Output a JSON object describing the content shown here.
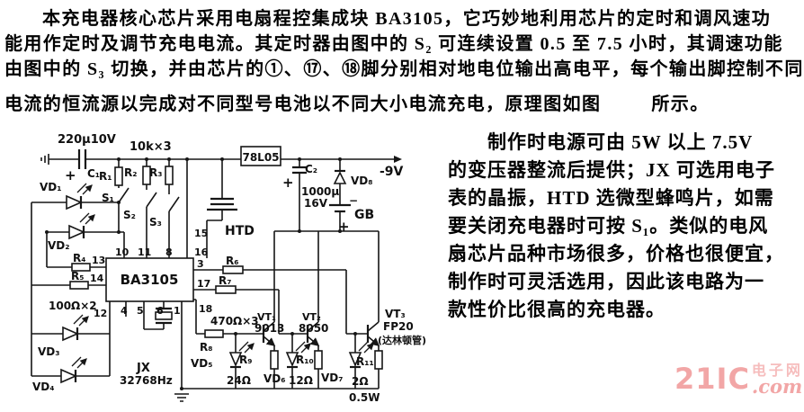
{
  "intro": {
    "lines": [
      "本充电器核心芯片采用电扇程控集成块 BA3105，它巧妙地利用芯片的定时和调风速功",
      "能用作定时及调节充电电流。其定时器由图中的 S₂ 可连续设置 0.5 至 7.5 小时，其调速功能",
      "由图中的 S₃ 切换，并由芯片的①、⑰、⑱脚分别相对地电位输出高电平，每个输出脚控制不同",
      "电流的恒流源以完成对不同型号电池以不同大小电流充电，原理图如图"
    ],
    "tail": "所示。"
  },
  "notes": {
    "lines": [
      "制作时电源可由 5W 以上 7.5V",
      "的变压器整流后提供；JX 可选用电子",
      "表的晶振，HTD 选微型蜂鸣片，如需",
      "要关闭充电器时可按 S₁。类似的电风",
      "扇芯片品种市场很多，价格也很便宜，",
      "制作时可灵活选用，因此该电路为一",
      "款性价比很高的充电器。"
    ]
  },
  "sch": {
    "c1_value": "220μ10V",
    "c1": "C₁",
    "plus": "+",
    "r_top_value": "10k×3",
    "r1": "R₁",
    "r2": "R₂",
    "r3": "R₃",
    "s1": "S₁",
    "s2": "S₂",
    "s3": "S₃",
    "vd1": "VD₁",
    "vd2": "VD₂",
    "vd3": "VD₃",
    "vd4": "VD₄",
    "r4": "R₄",
    "r5": "R₅",
    "r45_value": "100Ω×2",
    "pin13": "13",
    "pin14": "14",
    "pin12": "12",
    "pin10": "10",
    "pin11": "11",
    "pin8": "8",
    "pin15": "15",
    "pin16": "16",
    "pin4": "4",
    "pin5": "5",
    "pin6": "6",
    "pin1": "1",
    "pin3": "3",
    "pin17": "17",
    "pin18": "18",
    "ic": "BA3105",
    "regulator": "78L05",
    "c2": "C₂",
    "c2_value": "1000μ",
    "c2_volt": "16V",
    "vd8": "VD₈",
    "out": "-9V",
    "gb": "GB",
    "gb_minus": "−",
    "htd": "HTD",
    "r6": "R₆",
    "r7": "R₇",
    "r678_value": "470Ω×3",
    "r8": "R₈",
    "vd5": "VD₅",
    "r9": "R₉",
    "r9_value": "24Ω",
    "vt1": "VT₁",
    "vt1_model": "9013",
    "vd6": "VD₆",
    "r10": "R₁₀",
    "r10_value": "12Ω",
    "vt2": "VT₂",
    "vt2_model": "8050",
    "vd7": "VD₇",
    "r11": "R₁₁",
    "r11_value": "2Ω",
    "r11_watt": "0.5W",
    "vt3": "VT₃",
    "vt3_model": "FP20",
    "vt3_note": "(达林顿管)",
    "jx": "JX",
    "jx_value": "32768Hz"
  },
  "watermark": {
    "brand": "21IC",
    "site": "电子网",
    "tld": ".com",
    "color": "#f2a6a6"
  }
}
